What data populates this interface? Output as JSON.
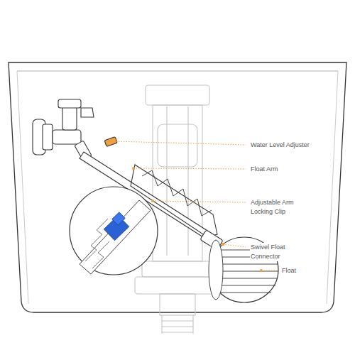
{
  "diagram": {
    "labels": [
      "Water Level Adjuster",
      "Float Arm",
      "Adjustable Arm Locking Clip",
      "Swivel Float Connector",
      "Float"
    ]
  }
}
